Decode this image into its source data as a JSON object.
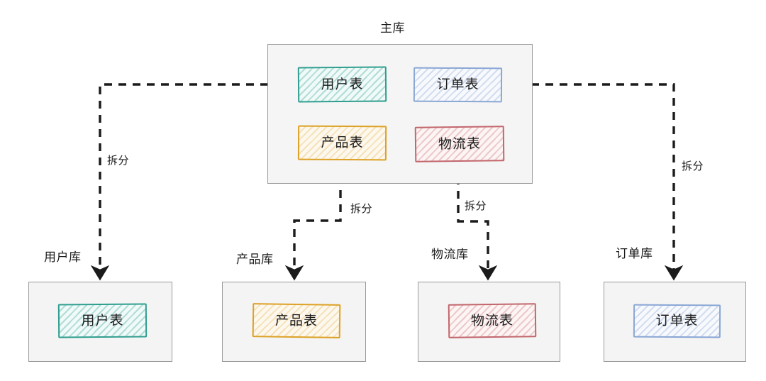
{
  "diagram": {
    "title_main": "主库",
    "edge_label": "拆分",
    "main_db": {
      "name": "主库",
      "tables": [
        {
          "id": "user",
          "label": "用户表",
          "color": "#2f9e8f"
        },
        {
          "id": "order",
          "label": "订单表",
          "color": "#8aa6d4"
        },
        {
          "id": "product",
          "label": "产品表",
          "color": "#dda125"
        },
        {
          "id": "logistics",
          "label": "物流表",
          "color": "#c2666c"
        }
      ]
    },
    "shard_dbs": [
      {
        "id": "user-db",
        "name": "用户库",
        "table_label": "用户表",
        "color": "#2f9e8f"
      },
      {
        "id": "product-db",
        "name": "产品库",
        "table_label": "产品表",
        "color": "#dda125"
      },
      {
        "id": "logistics-db",
        "name": "物流库",
        "table_label": "物流表",
        "color": "#c2666c"
      },
      {
        "id": "order-db",
        "name": "订单库",
        "table_label": "订单表",
        "color": "#8aa6d4"
      }
    ],
    "edges": [
      {
        "from": "用户表",
        "to": "用户库",
        "label": "拆分"
      },
      {
        "from": "产品表",
        "to": "产品库",
        "label": "拆分"
      },
      {
        "from": "物流表",
        "to": "物流库",
        "label": "拆分"
      },
      {
        "from": "订单表",
        "to": "订单库",
        "label": "拆分"
      }
    ],
    "style": {
      "container_fill": "#f4f4f4",
      "container_stroke": "#9a9a9a",
      "edge_stroke": "#1b1b1b",
      "background": "#ffffff"
    }
  }
}
